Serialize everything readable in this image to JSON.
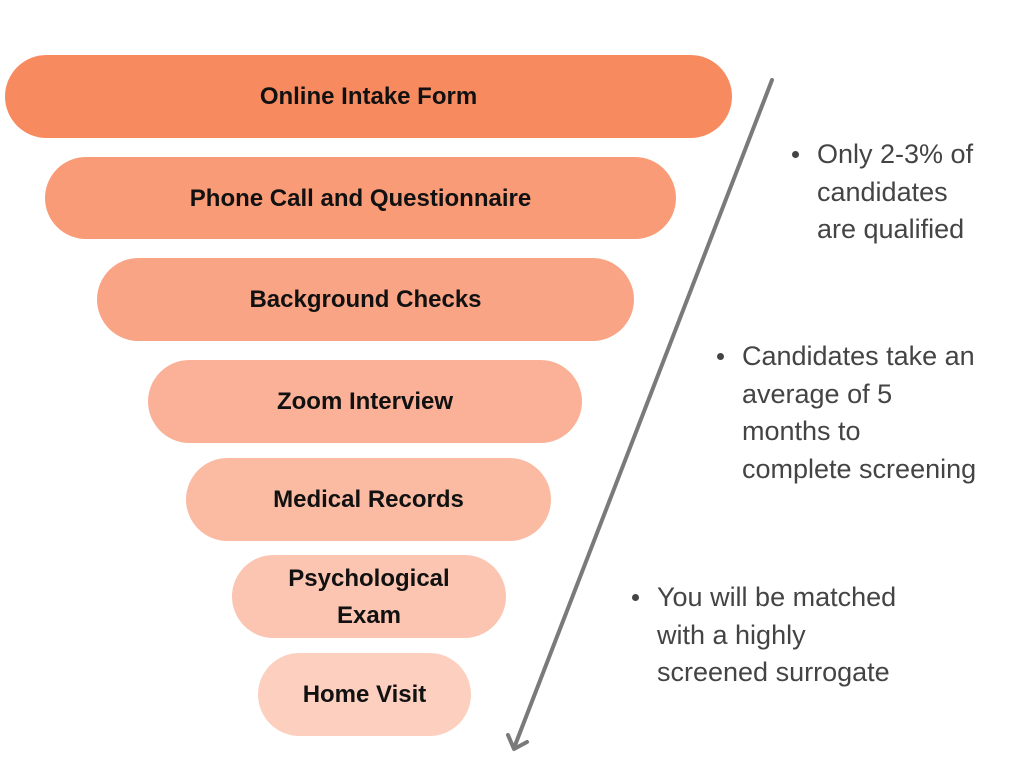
{
  "funnel": {
    "steps": [
      {
        "label": "Online Intake Form",
        "color": "#F88A5F"
      },
      {
        "label": "Phone Call and Questionnaire",
        "color": "#F99B77"
      },
      {
        "label": "Background Checks",
        "color": "#F9A485"
      },
      {
        "label": "Zoom Interview",
        "color": "#FAB197"
      },
      {
        "label": "Medical Records",
        "color": "#FBBBA3"
      },
      {
        "label": "Psychological\nExam",
        "color": "#FBC5B1"
      },
      {
        "label": "Home Visit",
        "color": "#FCCFBE"
      }
    ],
    "arrow_color": "#7A7A7A"
  },
  "notes": [
    {
      "lines": [
        "Only 2-3% of",
        "candidates",
        "are qualified"
      ]
    },
    {
      "lines": [
        "Candidates take an",
        "average of 5",
        "months to",
        "complete screening"
      ]
    },
    {
      "lines": [
        "You will be matched",
        "with a highly",
        "screened surrogate"
      ]
    }
  ]
}
